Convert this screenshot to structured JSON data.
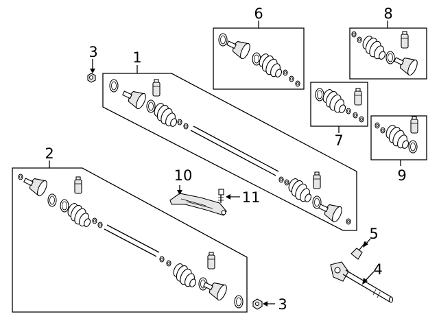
{
  "diagram": {
    "callouts": {
      "c1": "1",
      "c2": "2",
      "c3a": "3",
      "c3b": "3",
      "c4": "4",
      "c5": "5",
      "c6": "6",
      "c7": "7",
      "c8": "8",
      "c9": "9",
      "c10": "10",
      "c11": "11"
    }
  }
}
